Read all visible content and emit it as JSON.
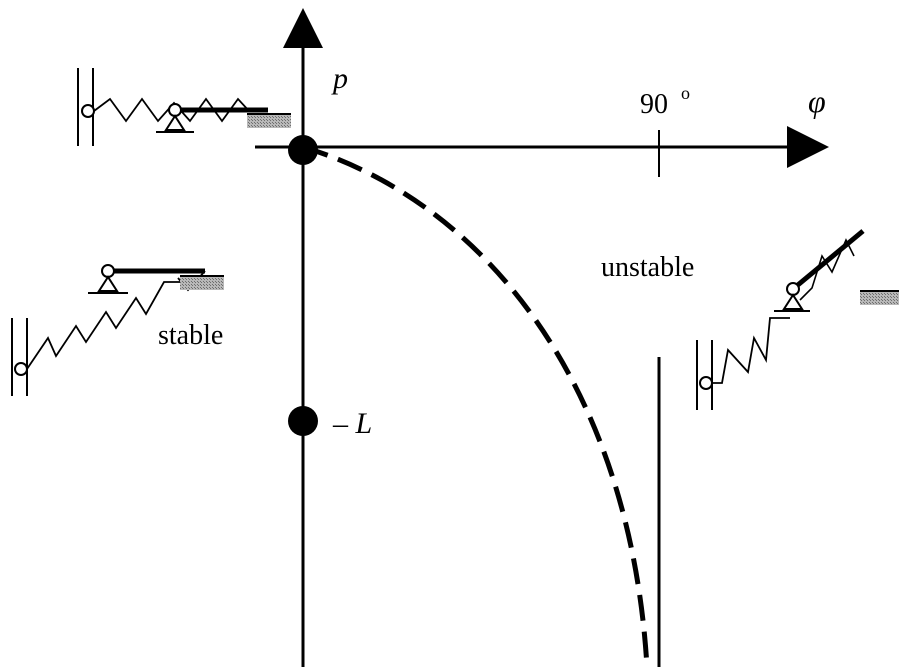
{
  "axes": {
    "vertical_label": "p",
    "horizontal_label": "φ",
    "tick_label": "90",
    "tick_degree": "o"
  },
  "points": {
    "minus_l_label": "– L"
  },
  "regions": {
    "stable": "stable",
    "unstable": "unstable"
  },
  "colors": {
    "line": "#000000",
    "hatch": "#9a9a9a"
  }
}
